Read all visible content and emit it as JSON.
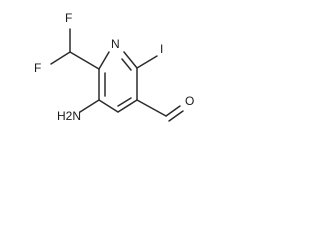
{
  "diagram": {
    "atoms": {
      "f_top": "F",
      "f_left": "F",
      "nitrogen": "N",
      "iodine": "I",
      "amine": "H2N",
      "oxygen": "O"
    }
  }
}
